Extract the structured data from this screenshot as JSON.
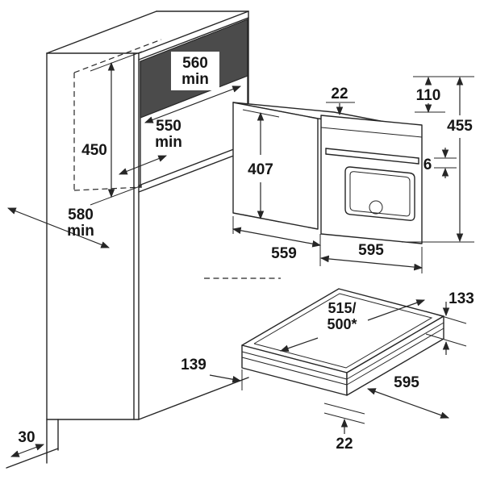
{
  "page": {
    "background": "#ffffff"
  },
  "diagram": {
    "colors": {
      "line": "#262626",
      "niche_shadow": "#4b4b4b",
      "text": "#161616",
      "label_background": "#ffffff"
    },
    "labels": {
      "niche_width_value": "560",
      "niche_width_unit": "min",
      "niche_depth_value": "550",
      "niche_depth_unit": "min",
      "niche_height": "450",
      "cabinet_depth_value": "580",
      "cabinet_depth_unit": "min",
      "plinth_recess": "30",
      "oven_top_clearance": "22",
      "oven_upper_section": "110",
      "oven_overall_height": "455",
      "oven_body_height": "407",
      "oven_door_gap": "6",
      "oven_depth": "559",
      "oven_width": "595",
      "drawer_depth_primary": "515/",
      "drawer_depth_alternate": "500*",
      "drawer_height": "133",
      "drawer_front_offset": "139",
      "drawer_width": "595",
      "drawer_bottom_gap": "22"
    }
  }
}
